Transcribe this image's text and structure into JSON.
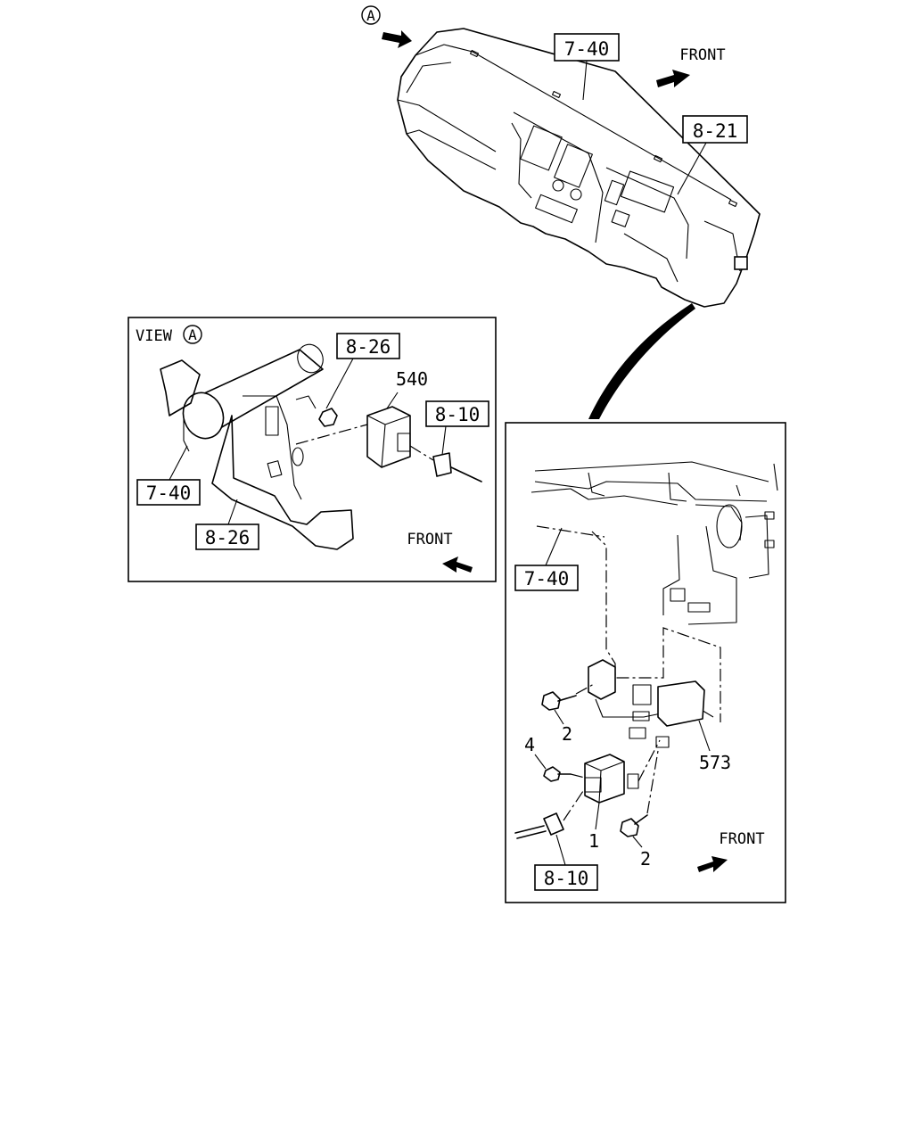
{
  "callouts": {
    "view_marker": "A",
    "top_dash": "7-40",
    "top_cluster": "8-21",
    "view_bracket_ref": "8-26",
    "view_part_540": "540",
    "view_connector": "8-10",
    "view_dash": "7-40",
    "view_bracket_lower": "8-26",
    "detail_dash": "7-40",
    "detail_bolt_2a": "2",
    "detail_screw_4": "4",
    "detail_part_573": "573",
    "detail_part_1": "1",
    "detail_bolt_2b": "2",
    "detail_connector": "8-10"
  },
  "front_labels": {
    "top": "FRONT",
    "view": "FRONT",
    "detail": "FRONT"
  },
  "view_panel": {
    "title": "VIEW",
    "marker": "A"
  }
}
